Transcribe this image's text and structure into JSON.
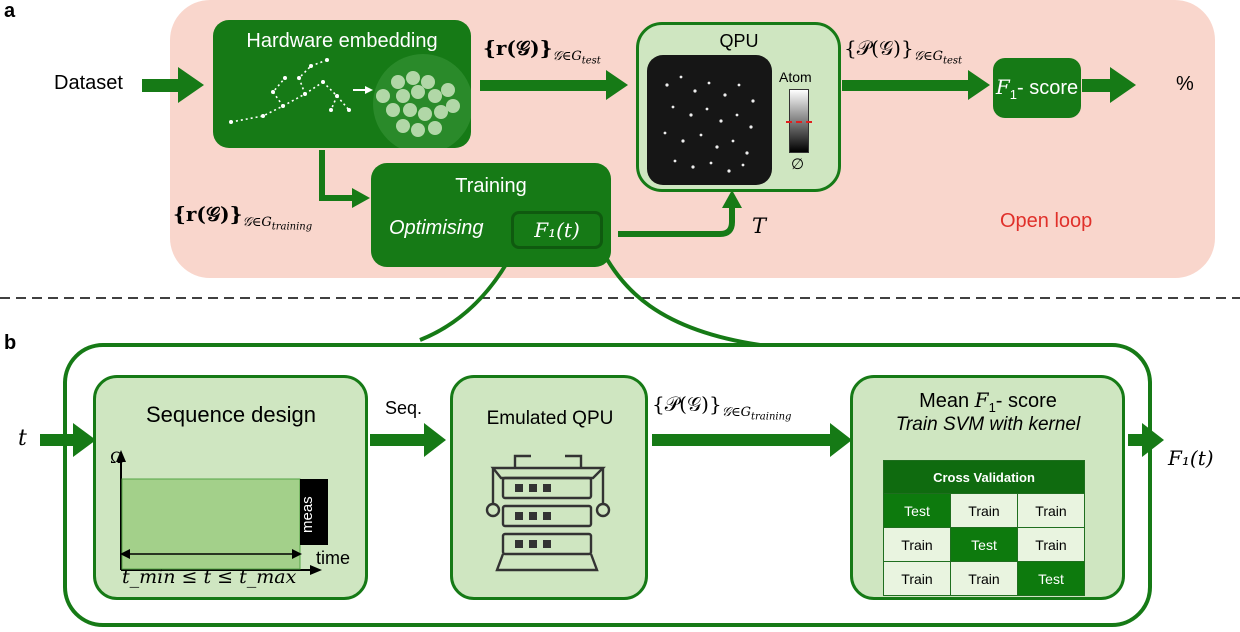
{
  "panel_a": {
    "label": "a",
    "dataset": "Dataset",
    "hardware_embedding": "Hardware embedding",
    "r_test": "{r(𝒢)}",
    "r_test_sub": "𝒢∈G",
    "r_test_subsub": "test",
    "qpu_title": "QPU",
    "atom_label": "Atom",
    "empty_label": "∅",
    "p_test": "{𝒫(𝒢)}",
    "p_test_sub": "𝒢∈G",
    "p_test_subsub": "test",
    "f1_score_box": "- score",
    "f1_symbol": "F",
    "f1_sub": "1",
    "percent": "%",
    "r_training": "{r(𝒢)}",
    "r_training_sub": "𝒢∈G",
    "r_training_subsub": "training",
    "training_title": "Training",
    "optimising": "Optimising",
    "f1t": "F₁(t)",
    "T_label": "T",
    "open_loop": "Open loop"
  },
  "panel_b": {
    "label": "b",
    "t_in": "t",
    "sequence_design": "Sequence design",
    "omega": "Ω",
    "meas": "meas",
    "time": "time",
    "t_range": "t_min ≤ t ≤ t_max",
    "seq": "Seq.",
    "emulated_qpu": "Emulated QPU",
    "p_training": "{𝒫(𝒢)}",
    "p_training_sub": "𝒢∈G",
    "p_training_subsub": "training",
    "mean_f1_prefix": "Mean ",
    "mean_f1_suffix": "- score",
    "train_svm": "Train SVM with kernel",
    "cv_title": "Cross Validation",
    "cv_rows": [
      [
        "Test",
        "Train",
        "Train"
      ],
      [
        "Train",
        "Test",
        "Train"
      ],
      [
        "Train",
        "Train",
        "Test"
      ]
    ],
    "f1t_out": "F₁(t)"
  },
  "colors": {
    "dark_green": "#167a16",
    "light_green": "#cfe6c1",
    "salmon": "#f9d6cc",
    "open_loop_red": "#e0302a"
  }
}
